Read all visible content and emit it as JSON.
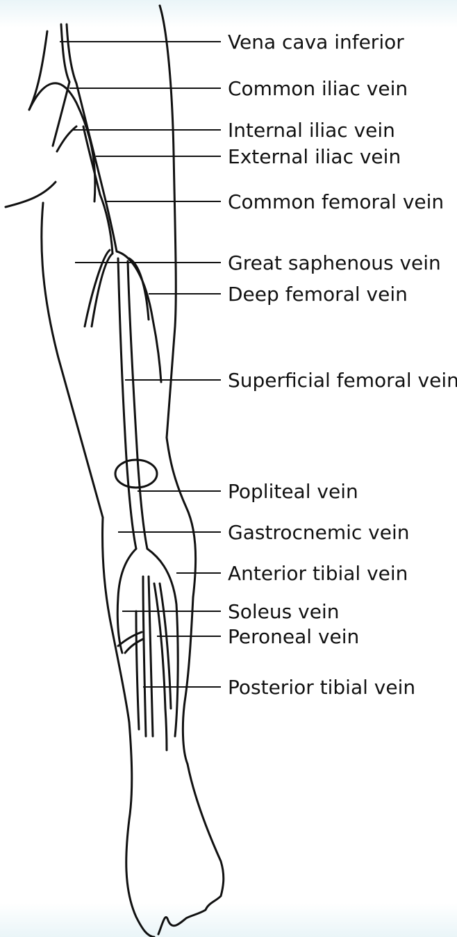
{
  "labels": [
    "Vena cava inferior",
    "Common iliac vein",
    "Internal iliac vein",
    "External iliac vein",
    "Common femoral vein",
    "Great saphenous vein",
    "Deep femoral vein",
    "Superficial femoral vein",
    "Popliteal vein",
    "Gastrocnemic vein",
    "Anterior tibial vein",
    "Soleus vein",
    "Peroneal vein",
    "Posterior tibial vein"
  ]
}
